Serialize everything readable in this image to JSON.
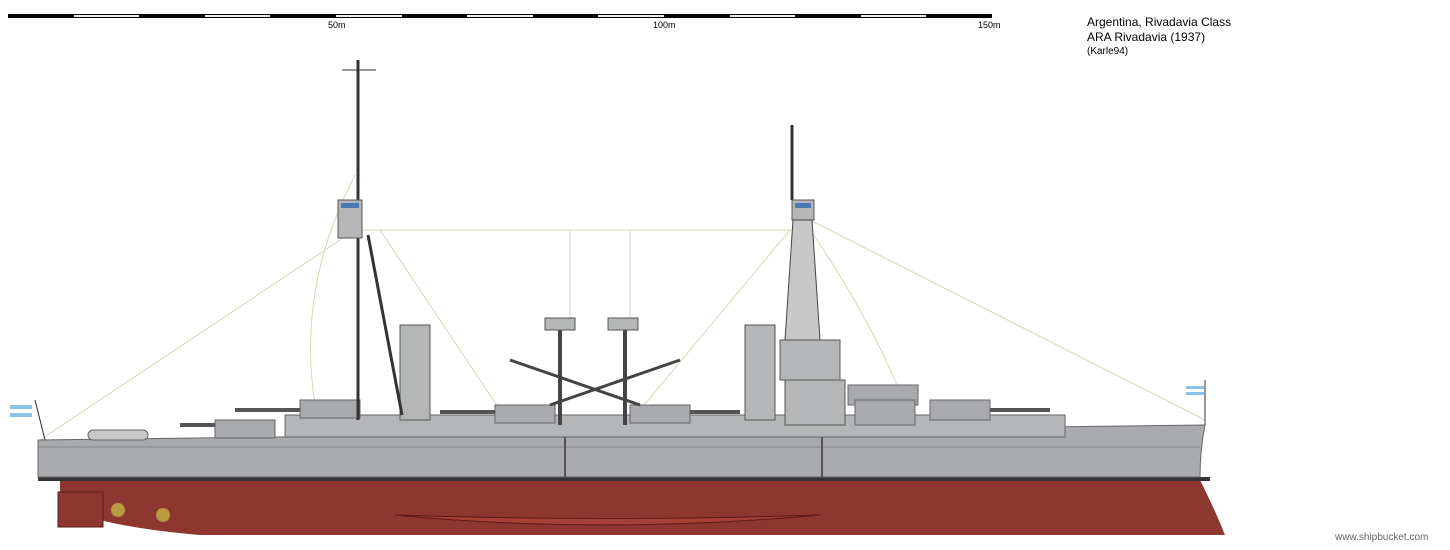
{
  "scale_bar": {
    "labels": [
      "50m",
      "100m",
      "150m"
    ],
    "segments": 15
  },
  "header": {
    "line1": "Argentina, Rivadavia Class",
    "line2": "ARA Rivadavia (1937)",
    "author": "(Karle94)"
  },
  "watermark": "www.shipbucket.com",
  "colors": {
    "hull_gray": "#a8aaad",
    "hull_red": "#8e3630",
    "superstructure": "#b4b6b8",
    "rigging": "#d8d6b8"
  }
}
